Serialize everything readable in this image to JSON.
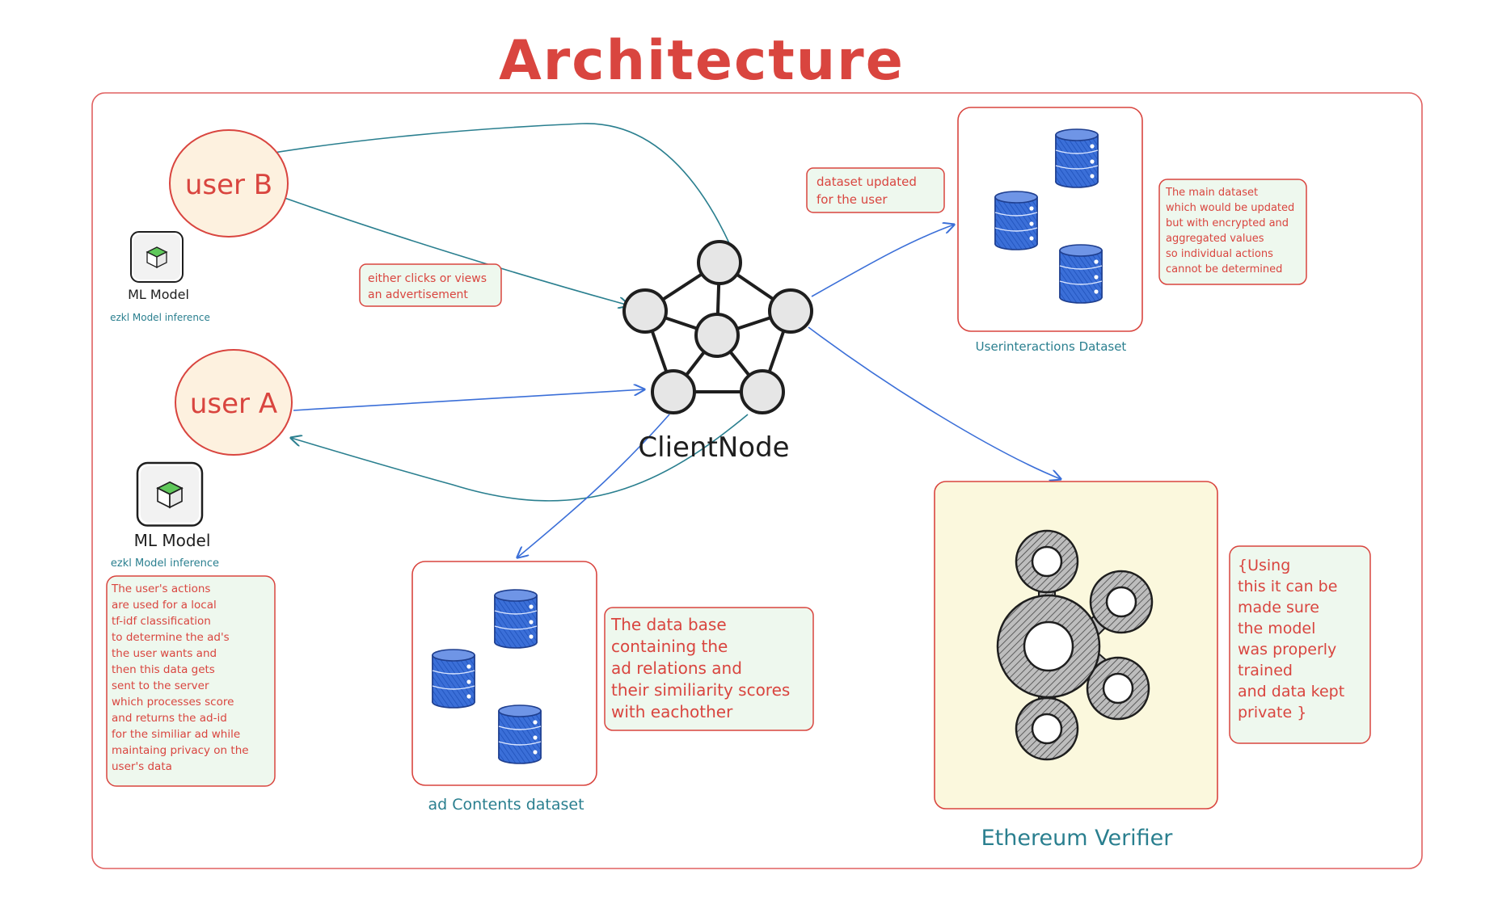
{
  "title": "Architecture",
  "client_node": {
    "label": "ClientNode"
  },
  "users": {
    "b": {
      "label": "user B"
    },
    "a": {
      "label": "user A"
    }
  },
  "ml_models": {
    "b": {
      "label": "ML Model",
      "sublabel": "ezkl Model inference"
    },
    "a": {
      "label": "ML Model",
      "sublabel": "ezkl Model inference"
    }
  },
  "notes": {
    "clicks": [
      "either clicks or views",
      "an advertisement"
    ],
    "dataset_updated": [
      "dataset updated",
      "for the user"
    ],
    "main_dataset": [
      "The main dataset",
      "which would be updated",
      "but with encrypted and",
      "aggregated values",
      "so individual actions",
      "cannot be determined"
    ],
    "user_actions": [
      "The user's actions",
      "are used for a local",
      "tf-idf classification",
      "to determine the ad's",
      "the user wants and",
      "then this data gets",
      "sent to the server",
      "which processes score",
      "and returns the ad-id",
      "for the similiar ad while",
      "maintaing privacy on the",
      "user's data"
    ],
    "database": [
      "The data base",
      "containing the",
      "ad relations and",
      "their similiarity scores",
      "with eachother"
    ],
    "verifier_note": [
      "{Using",
      "this it can be",
      "made sure",
      "the model",
      "was properly",
      "trained",
      "and data kept",
      "private }"
    ]
  },
  "datasets": {
    "user_interactions": {
      "label": "Userinteractions Dataset"
    },
    "ad_contents": {
      "label": "ad Contents dataset"
    }
  },
  "verifier": {
    "label": "Ethereum Verifier"
  },
  "colors": {
    "red": "#d9453f",
    "teal": "#2a7f8f",
    "blue": "#3b6fd8",
    "user_fill": "#fdf1df",
    "note_fill": "#eef8ee",
    "verifier_fill": "#fbf8dd",
    "node_fill": "#e6e6e6"
  }
}
